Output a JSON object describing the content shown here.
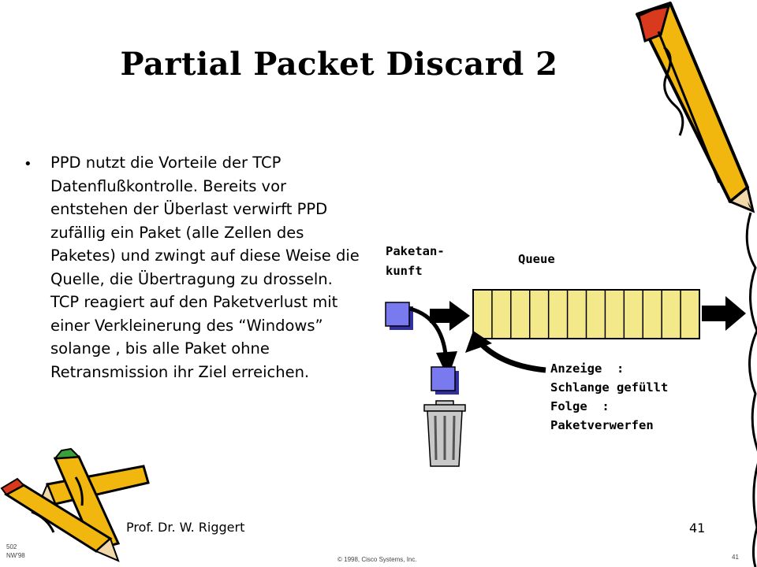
{
  "slide": {
    "title": "Partial Packet Discard 2",
    "bullet": "PPD nutzt die Vorteile der TCP Datenflußkontrolle. Bereits vor entstehen der Überlast verwirft PPD zufällig ein Paket (alle Zellen des Paketes) und zwingt auf diese Weise die Quelle, die Übertragung zu drosseln. TCP reagiert auf den Paketverlust mit einer Verkleinerung des “Windows” solange , bis alle Paket ohne Retransmission ihr Ziel erreichen.",
    "author": "Prof. Dr. W. Riggert",
    "page_number": "41"
  },
  "diagram": {
    "arrival_label_line1": "Paketan-",
    "arrival_label_line2": "kunft",
    "queue_label": "Queue",
    "queue_cells": 12,
    "indicator_line1": "Anzeige  :",
    "indicator_line2": "Schlange gefüllt",
    "indicator_line3": "Folge  :",
    "indicator_line4": "Paketverwerfen",
    "colors": {
      "queue_fill": "#f4e98a",
      "packet_fill": "#7a7af0",
      "packet_shadow": "#3030a0",
      "trash": "#c8c8c8"
    }
  },
  "footer": {
    "code_line1": "502",
    "code_line2": "NW'98",
    "copyright": "© 1998, Cisco Systems, Inc.",
    "small_page": "41"
  },
  "decorations": [
    "pencil-icon",
    "pencils-icon"
  ]
}
